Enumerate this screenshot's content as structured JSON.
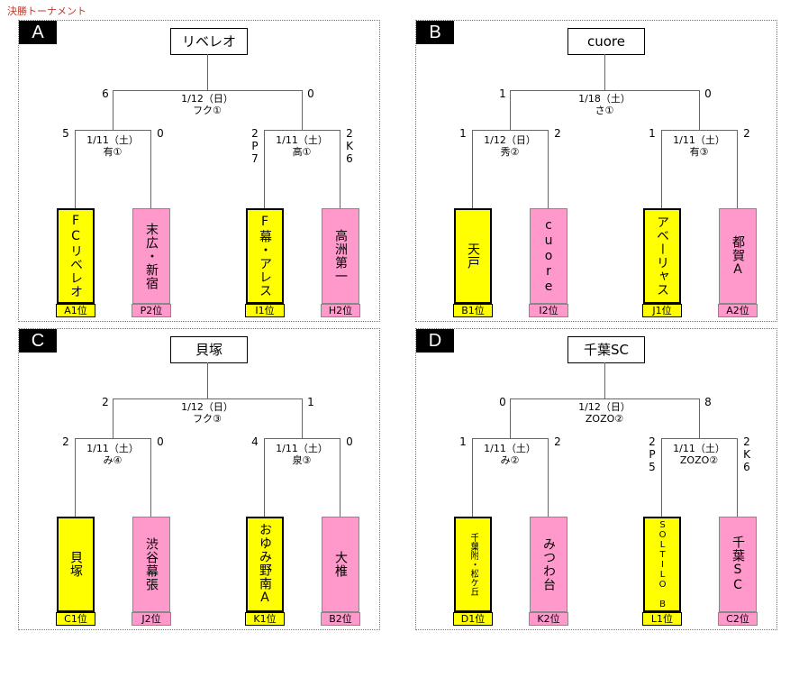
{
  "page_title": "決勝トーナメント",
  "panels": [
    {
      "letter": "A",
      "champion": "リベレオ",
      "final": {
        "date": "1/12（日）",
        "venue": "フク①",
        "score_left": "6",
        "score_right": "0"
      },
      "semis": [
        {
          "date": "1/11（土）",
          "venue": "有①",
          "score_left": "5",
          "score_right": "0"
        },
        {
          "date": "1/11（土）",
          "venue": "高①",
          "score_left": "2P7",
          "score_right": "2K6"
        }
      ],
      "teams": [
        {
          "name": "FCリベレオ",
          "seed": "A1位",
          "color": "yellow"
        },
        {
          "name": "末広・新宿",
          "seed": "P2位",
          "color": "pink"
        },
        {
          "name": "F幕・アレス",
          "seed": "I1位",
          "color": "yellow"
        },
        {
          "name": "高洲第一",
          "seed": "H2位",
          "color": "pink"
        }
      ]
    },
    {
      "letter": "B",
      "champion": "cuore",
      "final": {
        "date": "1/18（土）",
        "venue": "さ①",
        "score_left": "1",
        "score_right": "0"
      },
      "semis": [
        {
          "date": "1/12（日）",
          "venue": "秀②",
          "score_left": "1",
          "score_right": "2"
        },
        {
          "date": "1/11（土）",
          "venue": "有③",
          "score_left": "1",
          "score_right": "2"
        }
      ],
      "teams": [
        {
          "name": "天戸",
          "seed": "B1位",
          "color": "yellow"
        },
        {
          "name": "cuore",
          "seed": "I2位",
          "color": "pink"
        },
        {
          "name": "アベーリャス",
          "seed": "J1位",
          "color": "yellow"
        },
        {
          "name": "都賀A",
          "seed": "A2位",
          "color": "pink"
        }
      ]
    },
    {
      "letter": "C",
      "champion": "貝塚",
      "final": {
        "date": "1/12（日）",
        "venue": "フク③",
        "score_left": "2",
        "score_right": "1"
      },
      "semis": [
        {
          "date": "1/11（土）",
          "venue": "み④",
          "score_left": "2",
          "score_right": "0"
        },
        {
          "date": "1/11（土）",
          "venue": "泉③",
          "score_left": "4",
          "score_right": "0"
        }
      ],
      "teams": [
        {
          "name": "貝塚",
          "seed": "C1位",
          "color": "yellow"
        },
        {
          "name": "渋谷幕張",
          "seed": "J2位",
          "color": "pink"
        },
        {
          "name": "おゆみ野南A",
          "seed": "K1位",
          "color": "yellow"
        },
        {
          "name": "大椎",
          "seed": "B2位",
          "color": "pink"
        }
      ]
    },
    {
      "letter": "D",
      "champion": "千葉SC",
      "final": {
        "date": "1/12（日）",
        "venue": "ZOZO②",
        "score_left": "0",
        "score_right": "8"
      },
      "semis": [
        {
          "date": "1/11（土）",
          "venue": "み②",
          "score_left": "1",
          "score_right": "2"
        },
        {
          "date": "1/11（土）",
          "venue": "ZOZO②",
          "score_left": "2P5",
          "score_right": "2K6"
        }
      ],
      "teams": [
        {
          "name": "千葉附・松ケ丘",
          "seed": "D1位",
          "color": "yellow"
        },
        {
          "name": "みつわ台",
          "seed": "K2位",
          "color": "pink"
        },
        {
          "name": "SOLTILO B",
          "seed": "L1位",
          "color": "yellow"
        },
        {
          "name": "千葉SC",
          "seed": "C2位",
          "color": "pink"
        }
      ]
    }
  ]
}
